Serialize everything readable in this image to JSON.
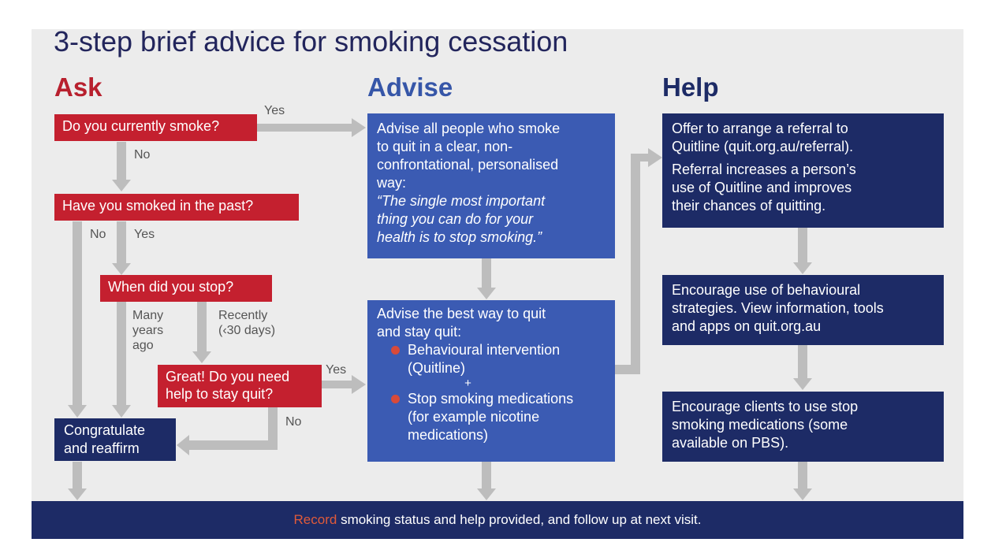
{
  "title": "3-step brief advice for smoking cessation",
  "columns": {
    "ask": "Ask",
    "advise": "Advise",
    "help": "Help"
  },
  "ask": {
    "q_smoke": "Do you currently smoke?",
    "q_past": "Have you smoked in the past?",
    "q_stop": "When did you stop?",
    "q_help": [
      "Great! Do you need",
      "help to stay quit?"
    ],
    "congratulate": [
      "Congratulate",
      "and reaffirm"
    ],
    "labels": {
      "yes_top": "Yes",
      "no_1": "No",
      "no_2": "No",
      "yes_2": "Yes",
      "many_years": [
        "Many",
        "years",
        "ago"
      ],
      "recently": [
        "Recently",
        "(‹30 days)"
      ],
      "yes_3": "Yes",
      "no_3": "No"
    }
  },
  "advise": {
    "box1_lines": [
      "Advise all people who smoke",
      "to quit in a clear, non-",
      "confrontational, personalised",
      "way:"
    ],
    "box1_quote": [
      "“The single most important",
      "thing you can do for your",
      "health is to stop smoking.”"
    ],
    "box2_intro": [
      "Advise the best way to quit",
      "and stay quit:"
    ],
    "bullet1": [
      "Behavioural intervention",
      "(Quitline)"
    ],
    "plus": "+",
    "bullet2": [
      "Stop smoking medications",
      "(for example nicotine",
      "medications)"
    ]
  },
  "help": {
    "box1_p1": [
      "Offer to arrange a referral to",
      "Quitline (quit.org.au/referral)."
    ],
    "box1_p2": [
      "Referral increases a person’s",
      "use of Quitline and improves",
      "their chances of quitting."
    ],
    "box2": [
      "Encourage use of behavioural",
      "strategies. View information, tools",
      "and apps on quit.org.au"
    ],
    "box3": [
      "Encourage clients to use stop",
      "smoking medications (some",
      "available on PBS)."
    ]
  },
  "footer": {
    "record": "Record",
    "rest": " smoking status and help provided, and follow up at next visit."
  },
  "colors": {
    "red": "#c4202f",
    "navy": "#1d2b66",
    "blue": "#3b5bb3",
    "arrow": "#bdbdbd"
  }
}
